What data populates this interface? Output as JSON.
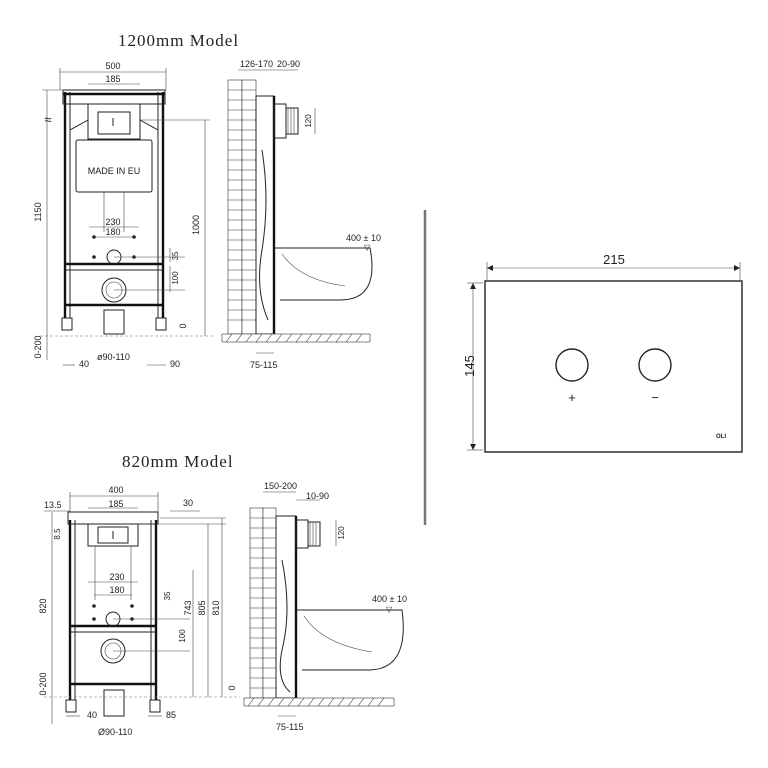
{
  "model_1200": {
    "title": "1200mm Model",
    "front": {
      "width": "500",
      "box_width": "185",
      "mark": "MADE IN EU",
      "inner_230": "230",
      "inner_180": "180",
      "height_1150": "1150",
      "height_1000": "1000",
      "d35": "35",
      "d100": "100",
      "adjust": "0-200",
      "d40": "40",
      "pipe": "ø90-110",
      "d90": "90",
      "zero": "0"
    },
    "side": {
      "depth": "126-170",
      "offset": "20-90",
      "d120": "120",
      "bowl": "400 ± 10",
      "d75": "75-115"
    }
  },
  "model_820": {
    "title": "820mm Model",
    "front": {
      "width": "400",
      "box_width": "185",
      "d13": "13.5",
      "d30": "30",
      "d8": "8.5",
      "inner_230": "230",
      "inner_180": "180",
      "d35": "35",
      "d100": "100",
      "height_820": "820",
      "height_743": "743",
      "height_805": "805",
      "height_810": "810",
      "adjust": "0-200",
      "d40": "40",
      "pipe": "Ø90-110",
      "d85": "85",
      "zero": "0"
    },
    "side": {
      "depth": "150-200",
      "offset": "10-90",
      "d120": "120",
      "bowl": "400 ± 10",
      "d75": "75-115"
    }
  },
  "flush_plate": {
    "width": "215",
    "height": "145",
    "plus_symbol": "+",
    "minus_symbol": "−",
    "brand": "OLI"
  }
}
